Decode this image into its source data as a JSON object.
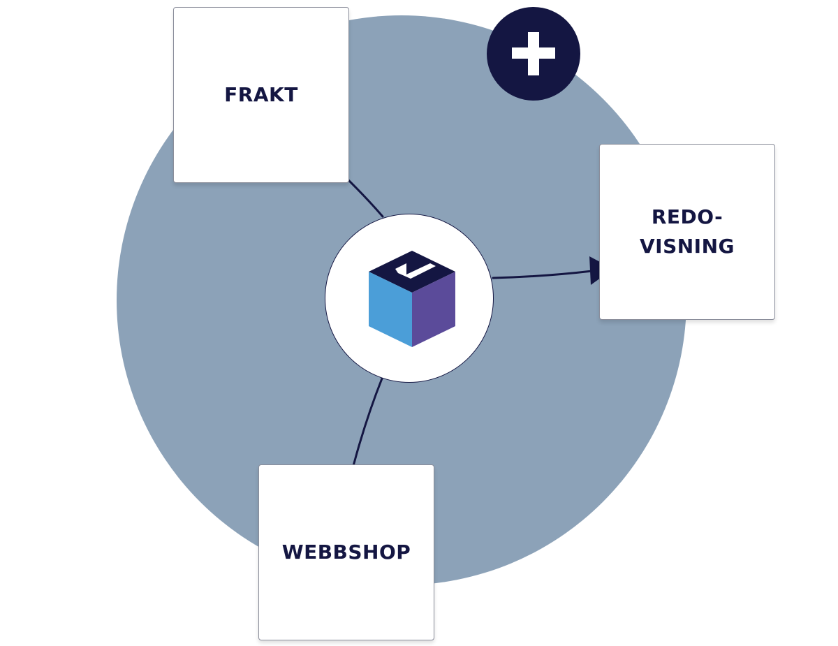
{
  "nodes": {
    "frakt": "FRAKT",
    "redovisning": "REDO-\nVISNING",
    "webbshop": "WEBBSHOP"
  },
  "colors": {
    "background_circle": "#8ca2b8",
    "dark_navy": "#141642",
    "cube_left": "#4b9ed8",
    "cube_right": "#5b4b9a",
    "card": "#ffffff"
  },
  "icons": {
    "center": "box-logo-icon",
    "badge": "plus-icon"
  }
}
